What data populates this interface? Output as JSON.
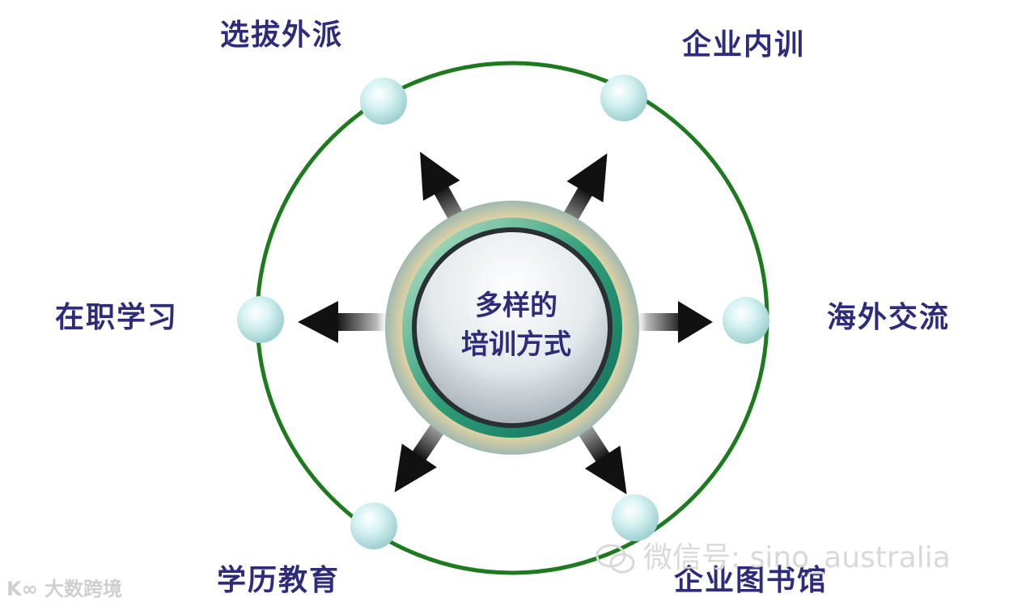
{
  "center": {
    "line1": "多样的",
    "line2": "培训方式"
  },
  "nodes": [
    {
      "key": "top-left",
      "label": "选拔外派"
    },
    {
      "key": "top-right",
      "label": "企业内训"
    },
    {
      "key": "left",
      "label": "在职学习"
    },
    {
      "key": "right",
      "label": "海外交流"
    },
    {
      "key": "bottom-left",
      "label": "学历教育"
    },
    {
      "key": "bottom-right",
      "label": "企业图书馆"
    }
  ],
  "colors": {
    "ring": "#1e7a1e",
    "label": "#2e2c7a",
    "bubble": "#c8ecec",
    "arrow": "#111111"
  },
  "watermarks": {
    "wechat": "微信号: sino_australia",
    "brand": "大数跨境",
    "brand_logo": "K∞"
  }
}
